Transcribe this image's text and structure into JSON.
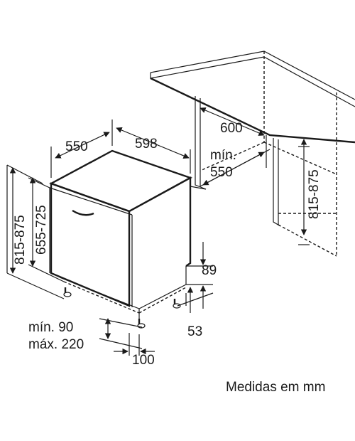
{
  "dimensions": {
    "depth": "550",
    "width": "598",
    "niche_width": "600",
    "niche_depth_min_label": "mín.",
    "niche_depth_min_value": "550",
    "niche_height": "815-875",
    "appliance_height": "815-875",
    "body_height": "655-725",
    "plinth_height": "89",
    "foot_offset": "53",
    "door_gap_min": "mín. 90",
    "door_gap_max": "máx. 220",
    "foot_setback": "100"
  },
  "footnote": "Medidas em mm"
}
